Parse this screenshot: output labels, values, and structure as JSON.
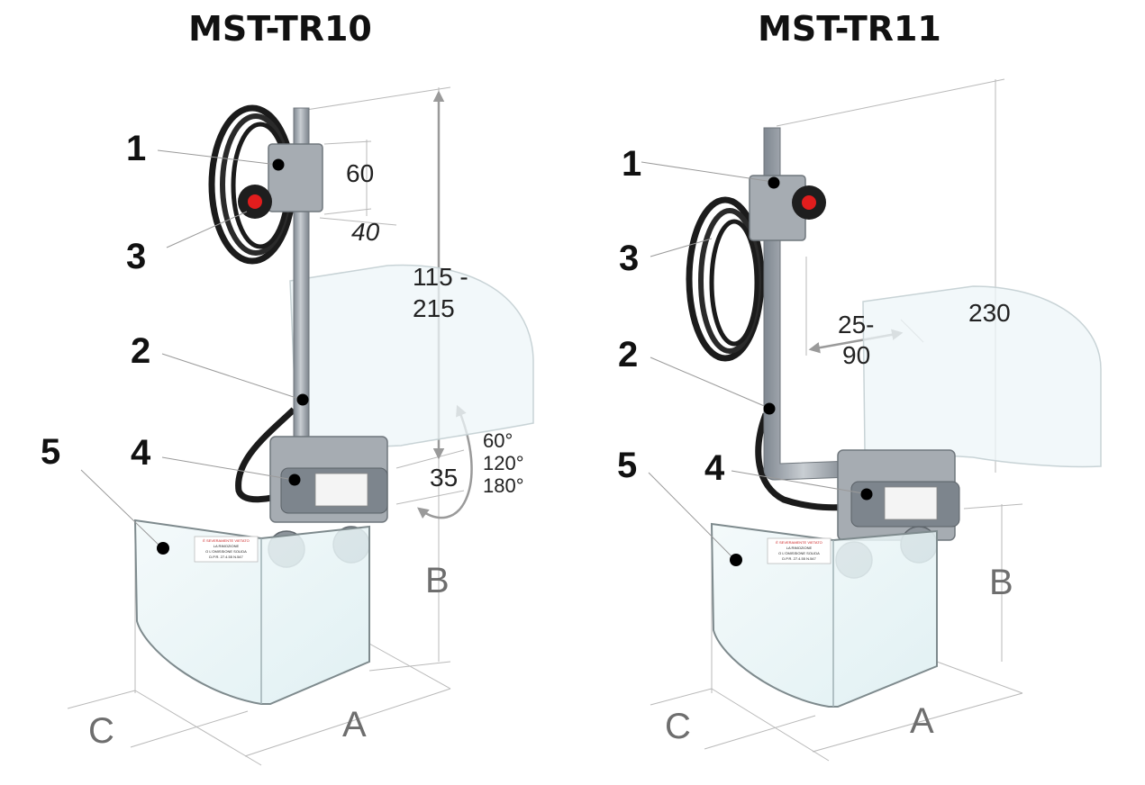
{
  "models": [
    {
      "name": "MST-TR10"
    },
    {
      "name": "MST-TR11"
    }
  ],
  "callouts": [
    "1",
    "2",
    "3",
    "4",
    "5"
  ],
  "tr10_dimensions": {
    "clamp_height": "60",
    "clamp_depth": "40",
    "height_range_line1": "115 -",
    "height_range_line2": "215",
    "offset": "35",
    "rotation_1": "60°",
    "rotation_2": "120°",
    "rotation_3": "180°"
  },
  "tr11_dimensions": {
    "height": "230",
    "reach_line1": "25-",
    "reach_line2": "90"
  },
  "axis_letters": {
    "a": "A",
    "b": "B",
    "c": "C"
  },
  "label_text": {
    "line1": "È SEVERAMENTE VIETATO",
    "line2": "LA RIMOZIONE",
    "line3": "O L'OMISSIONE SOLIDA",
    "line4": "D.P.R. 27.4.55 N.547"
  },
  "colors": {
    "knob_red": "#e11d1d",
    "steel": "#9fa6ad",
    "cable": "#1b1b1b",
    "shield": "#e7f3f5"
  }
}
